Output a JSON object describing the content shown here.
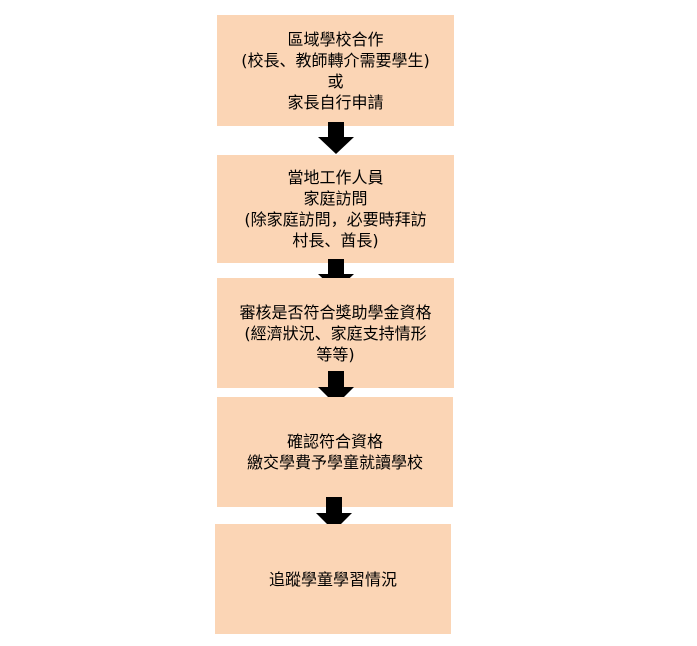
{
  "flowchart": {
    "steps": [
      {
        "lines": [
          "區域學校合作",
          "(校長、教師轉介需要學生)",
          "或",
          "家長自行申請"
        ]
      },
      {
        "lines": [
          "當地工作人員",
          "家庭訪問",
          "(除家庭訪問，必要時拜訪",
          "村長、酋長)"
        ]
      },
      {
        "lines": [
          "審核是否符合獎助學金資格",
          "(經濟狀況、家庭支持情形",
          "等等)"
        ]
      },
      {
        "lines": [
          "確認符合資格",
          "繳交學費予學童就讀學校"
        ]
      },
      {
        "lines": [
          "追蹤學童學習情況"
        ]
      }
    ],
    "colors": {
      "box_fill": "#fbd5b5",
      "arrow": "#000000",
      "text": "#000000"
    }
  }
}
